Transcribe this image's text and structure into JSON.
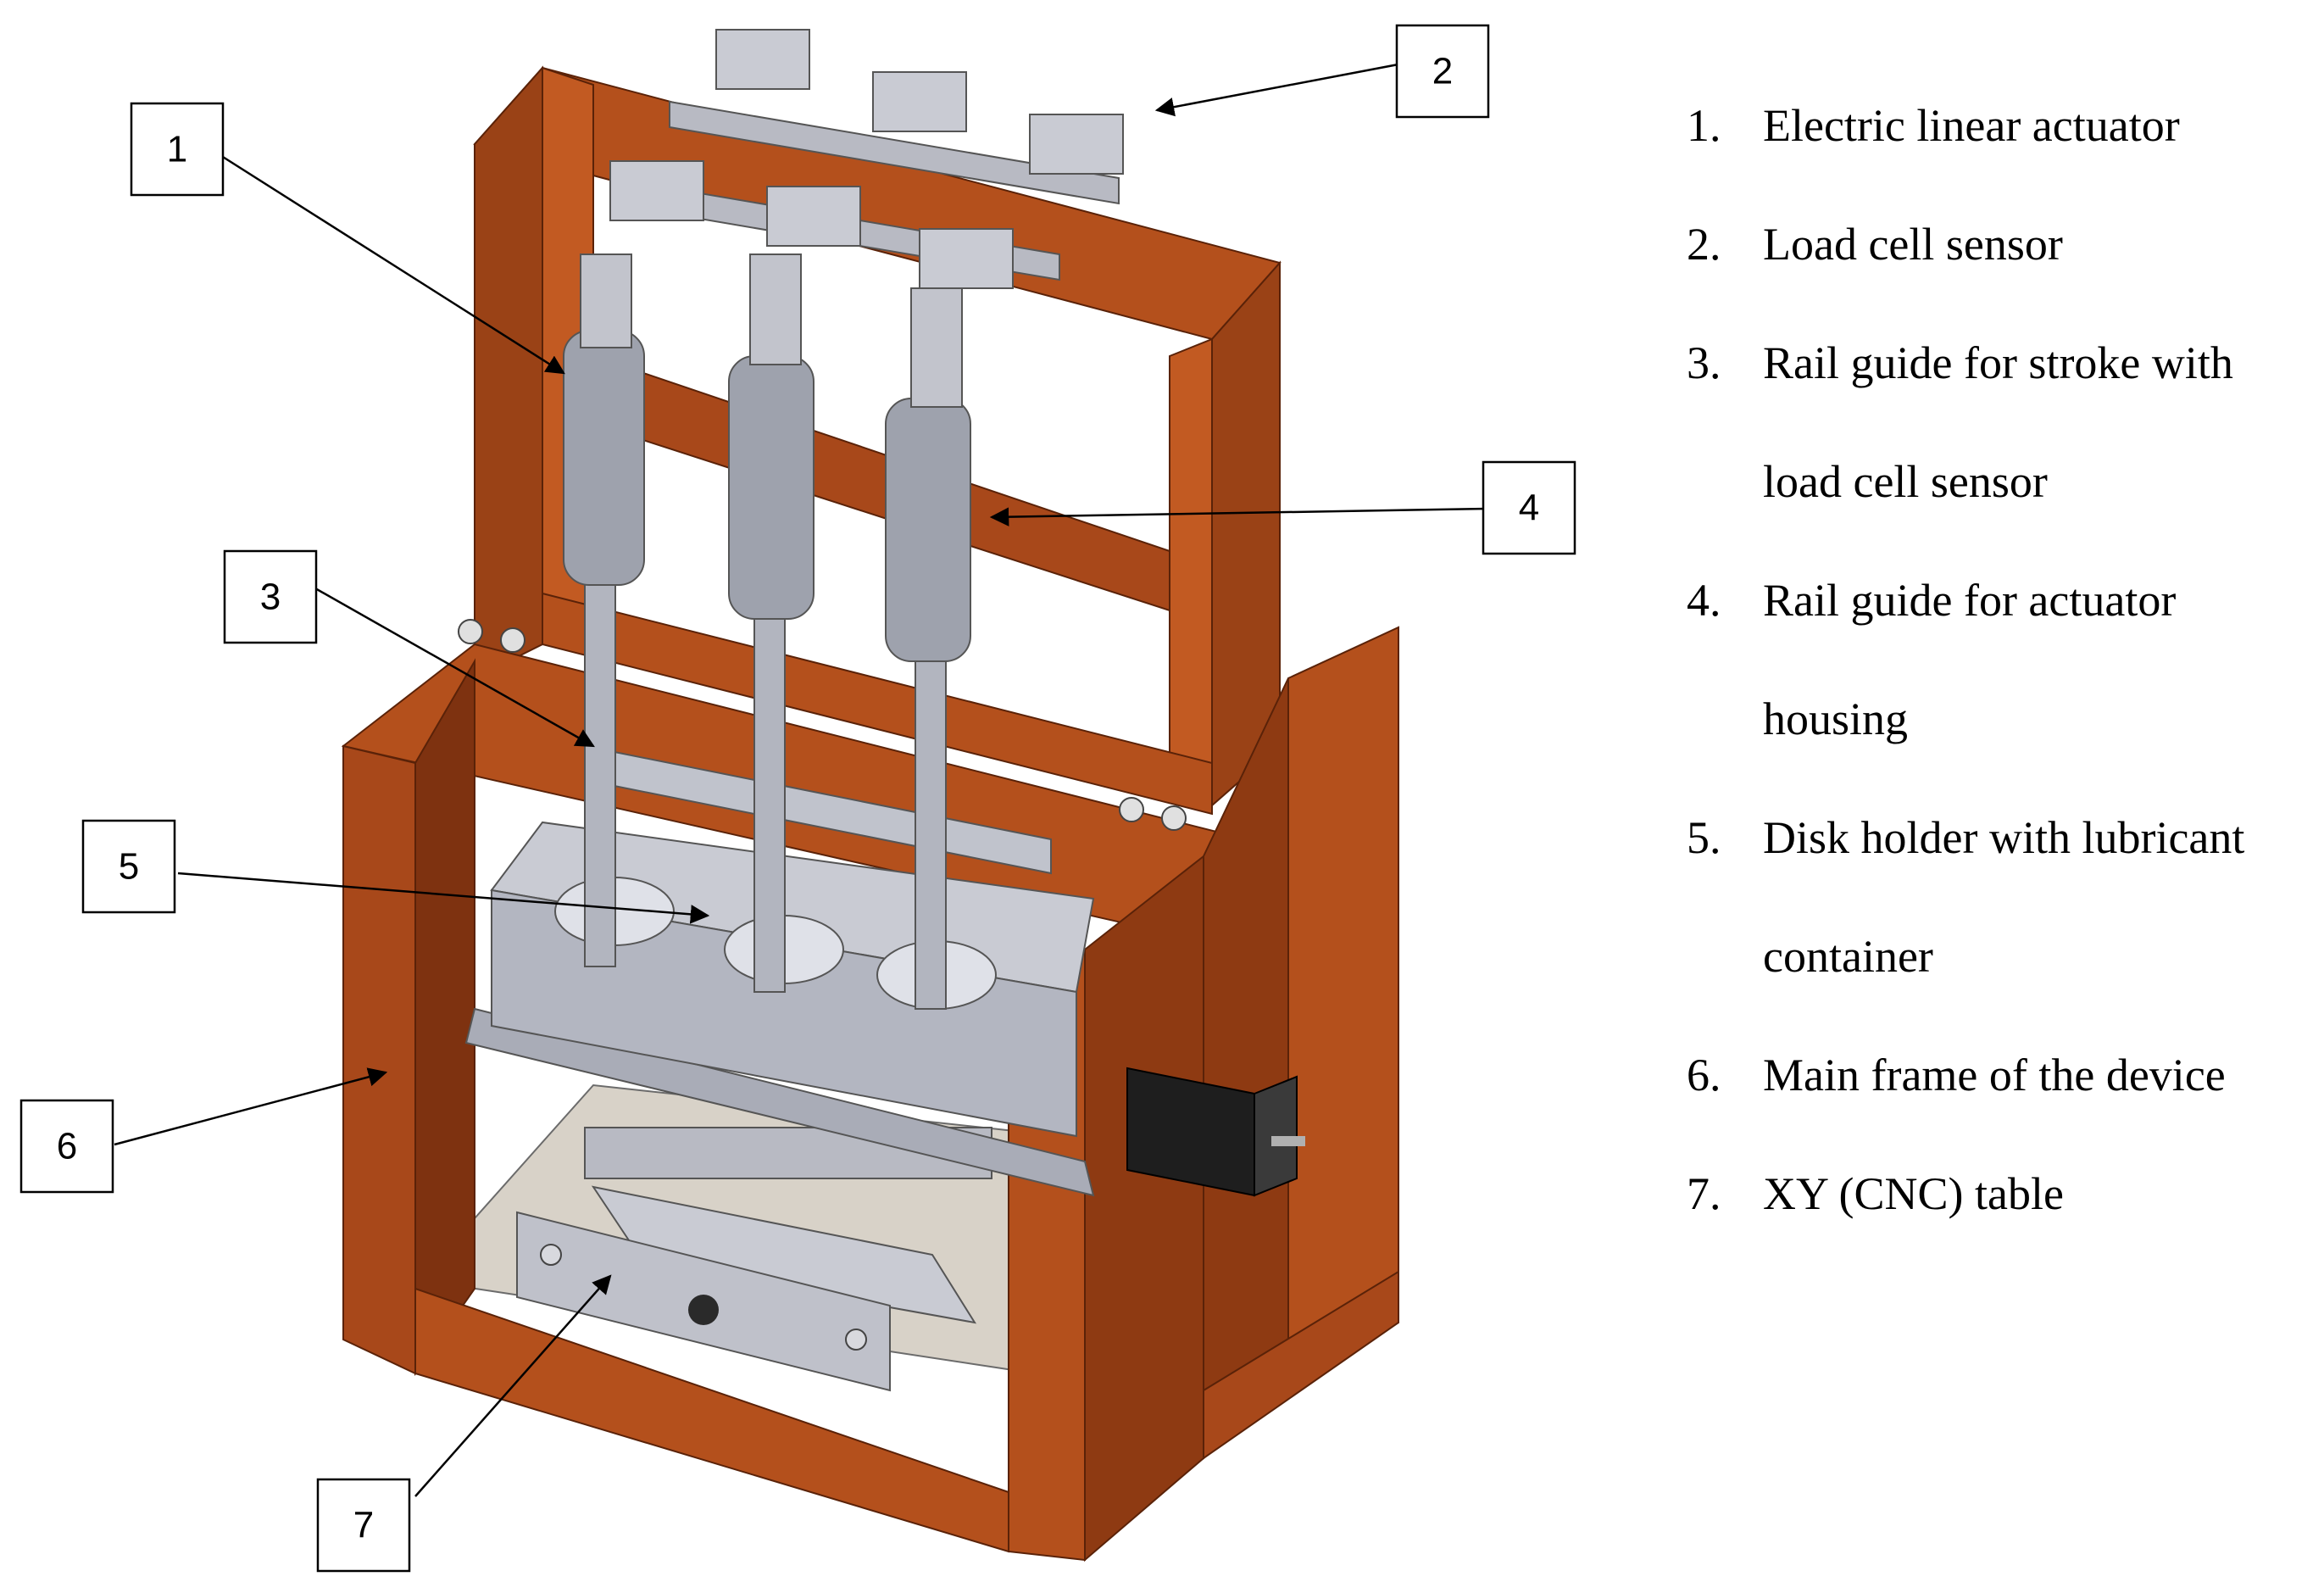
{
  "callouts": [
    "1",
    "2",
    "3",
    "4",
    "5",
    "6",
    "7"
  ],
  "legend": [
    {
      "num": "1.",
      "lines": [
        "Electric linear actuator"
      ]
    },
    {
      "num": "2.",
      "lines": [
        "Load cell sensor"
      ]
    },
    {
      "num": "3.",
      "lines": [
        "Rail guide for stroke with",
        "load cell sensor"
      ]
    },
    {
      "num": "4.",
      "lines": [
        "Rail guide for actuator",
        "housing"
      ]
    },
    {
      "num": "5.",
      "lines": [
        "Disk holder with lubricant",
        "container"
      ]
    },
    {
      "num": "6.",
      "lines": [
        "Main frame of the device"
      ]
    },
    {
      "num": "7.",
      "lines": [
        "XY (CNC) table"
      ]
    }
  ],
  "colors": {
    "frame": "#b4501c",
    "frame_dark": "#7e3210",
    "steel": "#c9cbd3",
    "steel_dark": "#8d909b",
    "base_plate": "#d8d2c8",
    "motor": "#1e1e1e"
  }
}
